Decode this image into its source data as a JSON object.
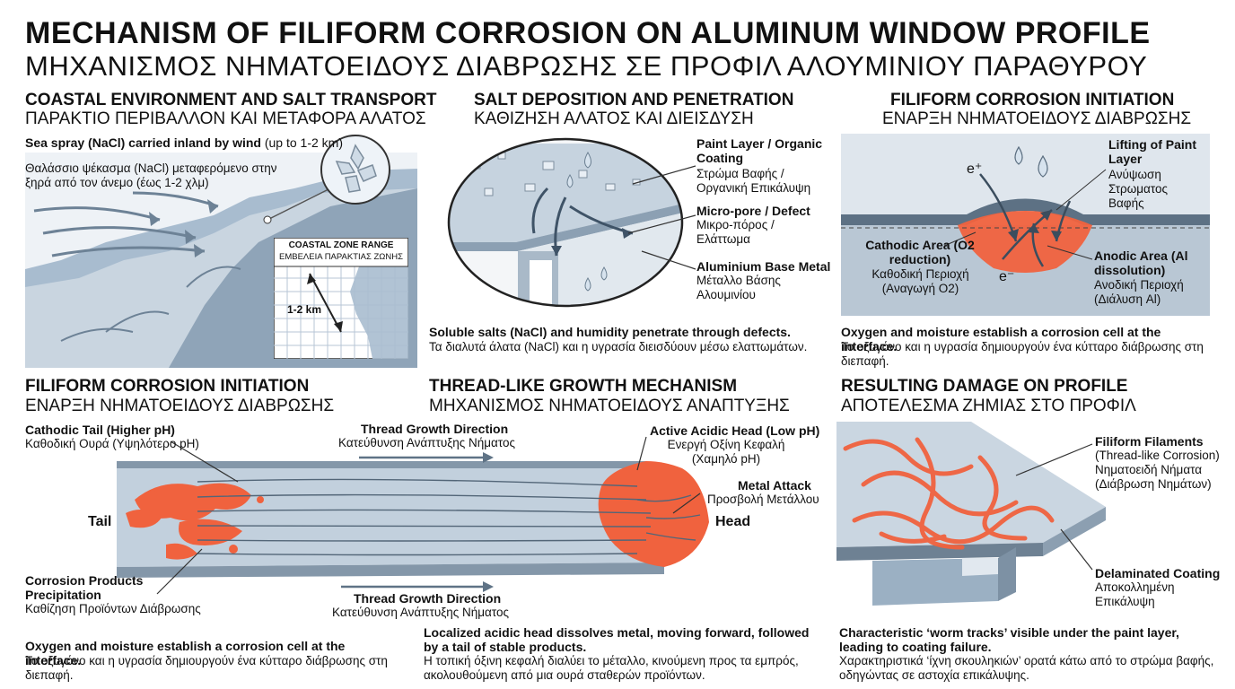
{
  "title": {
    "en": "MECHANISM OF FILIFORM CORROSION ON ALUMINUM WINDOW PROFILE",
    "gr": "ΜΗΧΑΝΙΣΜΟΣ ΝΗΜΑΤΟΕΙΔΟΥΣ ΔΙΑΒΡΩΣΗΣ ΣΕ ΠΡΟΦΙΛ ΑΛΟΥΜΙΝΙΟΥ ΠΑΡΑΘΥΡΟΥ"
  },
  "panel1": {
    "title_en": "COASTAL ENVIRONMENT AND SALT TRANSPORT",
    "title_gr": "ΠΑΡΑΚΤΙΟ ΠΕΡΙΒΑΛΛΟΝ ΚΑΙ ΜΕΤΑΦΟΡΑ ΑΛΑΤΟΣ",
    "spray_bold": "Sea spray (NaCl) carried inland by wind",
    "spray_rest": " (up to 1-2 km)",
    "spray_gr": "Θαλάσσιο ψέκασμα (NaCl) μεταφερόμενο στην ξηρά από τον άνεμο (έως 1-2 χλμ)",
    "inset_title_en": "COASTAL ZONE RANGE",
    "inset_title_gr": "ΕΜΒΕΛΕΙΑ ΠΑΡΑΚΤΙΑΣ ΖΩΝΗΣ",
    "range_label": "1-2 km"
  },
  "panel2": {
    "title_en": "SALT DEPOSITION AND PENETRATION",
    "title_gr": "ΚΑΘΙΖΗΣΗ ΑΛΑΤΟΣ ΚΑΙ ΔΙΕΙΣΔΥΣΗ",
    "paint_en": "Paint Layer / Organic Coating",
    "paint_gr": "Στρώμα Βαφής / Οργανική Επικάλυψη",
    "pore_en": "Micro-pore / Defect",
    "pore_gr": "Μικρο-πόρος / Ελάττωμα",
    "base_en": "Aluminium Base Metal",
    "base_gr": "Μέταλλο Βάσης Αλουμινίου",
    "caption_en": "Soluble salts (NaCl) and humidity penetrate through defects.",
    "caption_gr": "Τα διαλυτά άλατα (NaCl) και η υγρασία διεισδύουν μέσω ελαττωμάτων."
  },
  "panel3": {
    "title_en": "FILIFORM CORROSION INITIATION",
    "title_gr": "ΕΝΑΡΞΗ ΝΗΜΑΤΟΕΙΔΟΥΣ ΔΙΑΒΡΩΣΗΣ",
    "lift_en": "Lifting of Paint Layer",
    "lift_gr": "Ανύψωση Στρωματος Βαφής",
    "cath_en": "Cathodic Area (O2 reduction)",
    "cath_gr": "Καθοδική Περιοχή (Αναγωγή O2)",
    "anod_en": "Anodic Area (Al dissolution)",
    "anod_gr": "Ανοδική Περιοχή (Διάλυση Al)",
    "e_plus": "e⁺",
    "e_minus": "e⁻",
    "caption_en": "Oxygen and moisture establish a corrosion cell at the interface.",
    "caption_gr": "Το οξυγόνο και η υγρασία δημιουργούν ένα κύτταρο διάβρωσης στη διεπαφή."
  },
  "panel4": {
    "title_en": "FILIFORM CORROSION INITIATION",
    "title_gr": "ΕΝΑΡΞΗ ΝΗΜΑΤΟΕΙΔΟΥΣ ΔΙΑΒΡΩΣΗΣ",
    "tail_label_en": "Cathodic Tail (Higher pH)",
    "tail_label_gr": "Καθοδική Ουρά (Υψηλότερο pH)",
    "tail": "Tail",
    "products_en": "Corrosion Products Precipitation",
    "products_gr": "Καθίζηση Προϊόντων Διάβρωσης",
    "caption_en": "Oxygen and moisture establish a corrosion cell at the interface.",
    "caption_gr": "Το οξυγόνο και η υγρασία δημιουργούν ένα κύτταρο διάβρωσης στη διεπαφή."
  },
  "panel5": {
    "title_en": "THREAD-LIKE GROWTH MECHANISM",
    "title_gr": "ΜΗΧΑΝΙΣΜΟΣ ΝΗΜΑΤΟΕΙΔΟΥΣ ΑΝΑΠΤΥΞΗΣ",
    "growth_top_en": "Thread Growth Direction",
    "growth_top_gr": "Κατεύθυνση Ανάπτυξης Νήματος",
    "growth_bot_en": "Thread Growth Direction",
    "growth_bot_gr": "Κατεύθυνση Ανάπτυξης Νήματος",
    "head_label_en": "Active Acidic Head (Low pH)",
    "head_label_gr": "Ενεργή Οξίνη Κεφαλή (Χαμηλό pH)",
    "attack_en": "Metal Attack",
    "attack_gr": "Προσβολή Μετάλλου",
    "head": "Head",
    "caption_en": "Localized acidic head dissolves metal, moving forward, followed by a tail of stable products.",
    "caption_gr": "Η τοπική όξινη κεφαλή διαλύει το μέταλλο, κινούμενη προς τα εμπρός, ακολουθούμενη από μια ουρά σταθερών προϊόντων."
  },
  "panel6": {
    "title_en": "RESULTING DAMAGE ON PROFILE",
    "title_gr": "ΑΠΟΤΕΛΕΣΜΑ ΖΗΜΙΑΣ ΣΤΟ ΠΡΟΦΙΛ",
    "filaments_en": "Filiform Filaments",
    "filaments_sub": "(Thread-like Corrosion)",
    "filaments_gr": "Νηματοειδή Νήματα (Διάβρωση Νημάτων)",
    "delam_en": "Delaminated Coating",
    "delam_gr": "Αποκολλημένη Επικάλυψη",
    "caption_en": "Characteristic ‘worm tracks’ visible under the paint layer, leading to coating failure.",
    "caption_gr": "Χαρακτηριστικά ‘ίχνη σκουληκιών’ ορατά κάτω από το στρώμα βαφής, οδηγώντας σε αστοχία επικάλυψης."
  },
  "colors": {
    "corrosion": "#f0623e",
    "metal": "#b8c6d4",
    "metal_dark": "#5d6f80",
    "sea": "#9fb3c6",
    "ink": "#111111"
  }
}
